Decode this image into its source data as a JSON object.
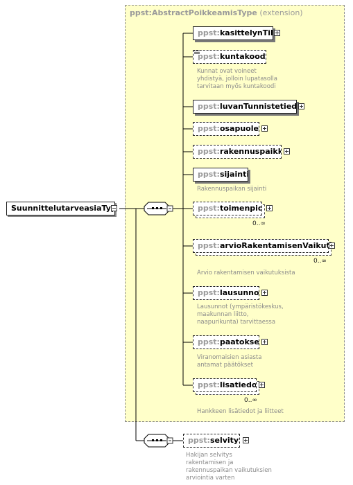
{
  "root": {
    "name": "SuunnittelutarveasiaType"
  },
  "extension": {
    "base": "ppst:AbstractPoikkeamisType",
    "kind": "(extension)"
  },
  "prefix": "ppst:",
  "elements": [
    {
      "name": "kasittelynTila"
    },
    {
      "name": "kuntakoodi",
      "desc": [
        "Kunnat ovat voineet",
        "yhdistyä, jolloin lupatasolla",
        "tarvitaan myös kuntakoodi"
      ]
    },
    {
      "name": "luvanTunnistetiedot"
    },
    {
      "name": "osapuolet"
    },
    {
      "name": "rakennuspaikka"
    },
    {
      "name": "sijainti",
      "desc": [
        "Rakennuspaikan sijainti"
      ]
    },
    {
      "name": "toimenpide",
      "mult": "0..∞"
    },
    {
      "name": "arvioRakentamisenVaikutu...",
      "mult": "0..∞",
      "desc": [
        "Arvio rakentamisen vaikutuksista"
      ]
    },
    {
      "name": "lausunnot",
      "desc": [
        "Lausunnot (ympäristökeskus,",
        "maakunnan liitto,",
        "naapurikunta) tarvittaessa"
      ]
    },
    {
      "name": "paatokset",
      "desc": [
        "Viranomaisien asiasta",
        "antamat päätökset"
      ]
    },
    {
      "name": "lisatiedot",
      "mult": "0..∞",
      "desc": [
        "Hankkeen lisätiedot ja liitteet"
      ]
    }
  ],
  "selvitys": {
    "name": "selvitys",
    "desc": [
      "Hakijan selvitys",
      "rakentamisen ja",
      "rakennuspaikan vaikutuksien",
      "arviointia varten"
    ]
  }
}
